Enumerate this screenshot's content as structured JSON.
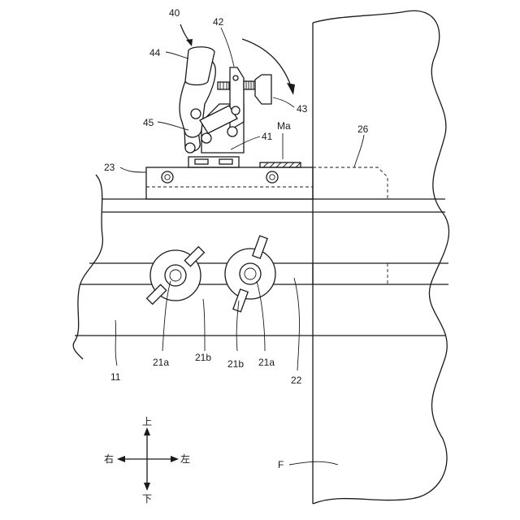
{
  "labels": {
    "l40": "40",
    "l42": "42",
    "l44": "44",
    "l43": "43",
    "l45": "45",
    "l41": "41",
    "lMa": "Ma",
    "l26": "26",
    "l23": "23",
    "l21a_left": "21a",
    "l21b_left": "21b",
    "l21b_right": "21b",
    "l21a_right": "21a",
    "l11": "11",
    "l22": "22",
    "lF": "F"
  },
  "compass": {
    "up": "上",
    "down": "下",
    "right": "右",
    "left": "左"
  },
  "colors": {
    "line": "#1a1a1a",
    "background": "#ffffff"
  }
}
